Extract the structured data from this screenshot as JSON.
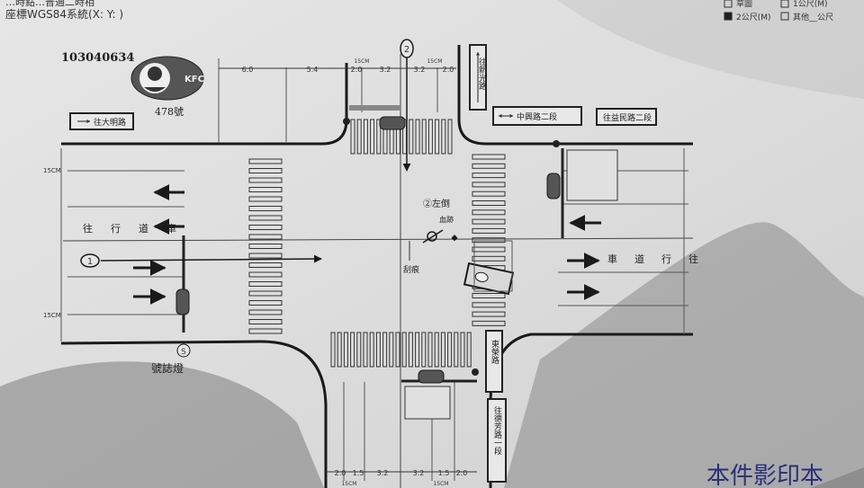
{
  "header": {
    "top_line": "…時點…普通二時相",
    "coord_system": "座標WGS84系統(X:   Y: )"
  },
  "legend": {
    "option_1": "草圖",
    "option_2": "1公尺(M)",
    "option_3": "2公尺(M)",
    "option_4": "其他__公尺"
  },
  "case_number": "103040634",
  "kfc": {
    "logo_text": "KFC",
    "address": "478號"
  },
  "roads": {
    "west": "往大明路",
    "north": "往新光路",
    "east_near": "中興路二段",
    "east_far": "往益民路二段",
    "south_near": "東榮路",
    "south_far": "往德芳路一段",
    "west_lane_label": [
      "往",
      "行",
      "道",
      "車"
    ],
    "east_lane_label": [
      "車",
      "道",
      "行",
      "往"
    ]
  },
  "markers": {
    "vehicle_1": "1",
    "vehicle_2": "2",
    "fallen": "②左倒",
    "blood": "血跡",
    "skid": "刮痕",
    "signal_light": "號誌燈",
    "signal_symbol": "S"
  },
  "dimensions": {
    "north_top": [
      "6.0",
      "5.4",
      "2.0",
      "3.2",
      "3.2",
      "2.0"
    ],
    "north_15cm": [
      "15CM",
      "15CM"
    ],
    "south_bottom": [
      "2.0",
      "1.5",
      "3.2",
      "3.2",
      "1.5",
      "2.0"
    ],
    "south_15cm": [
      "15CM",
      "15CM"
    ],
    "west_side": [
      "15CM",
      "15CM"
    ]
  },
  "watermark": "本件影印本"
}
